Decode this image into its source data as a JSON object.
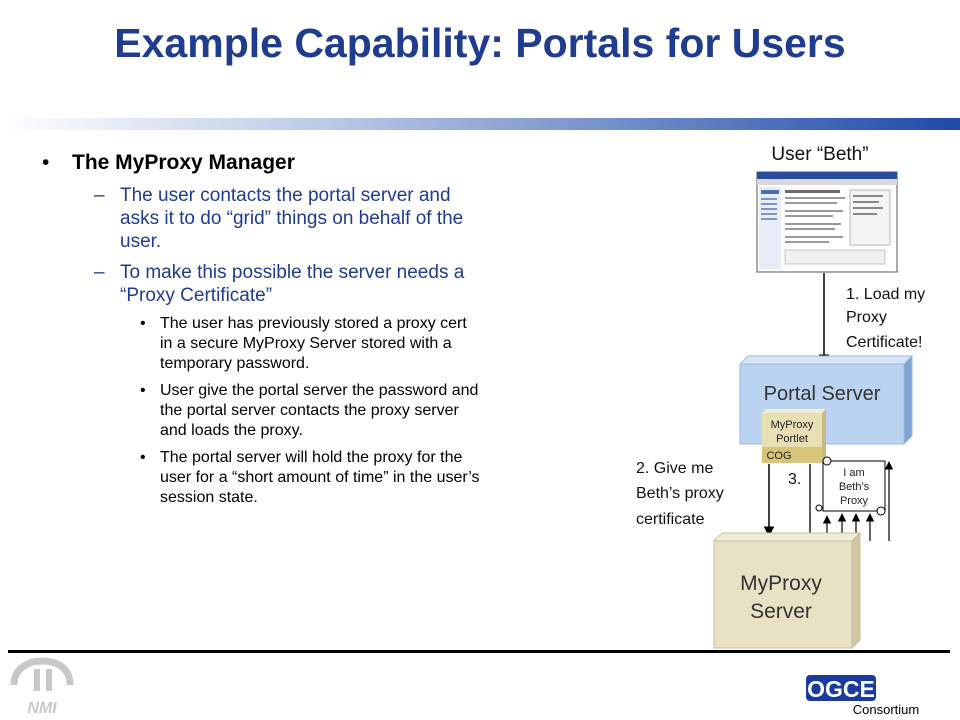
{
  "slide": {
    "title": "Example Capability: Portals for Users",
    "bullets": {
      "level1": "The MyProxy Manager",
      "level2": [
        "The user contacts the portal server and asks it to do “grid” things on behalf of the user.",
        "To make this possible the server needs a “Proxy Certificate”"
      ],
      "level3": [
        "The user has previously stored a proxy cert in a secure MyProxy Server stored with a temporary password.",
        "User give the portal server  the password and the portal server contacts the proxy server and loads the proxy.",
        "The portal server will hold the proxy for the user for a “short amount of time” in the user’s session state."
      ]
    }
  },
  "diagram": {
    "user_label": "User “Beth”",
    "step1": [
      "1. Load my",
      "Proxy",
      "Certificate!"
    ],
    "portal_server": "Portal Server",
    "portlet": [
      "MyProxy",
      "Portlet"
    ],
    "cog": "COG",
    "step2": [
      "2. Give me",
      "Beth’s proxy",
      "certificate"
    ],
    "step3": "3.",
    "scroll": [
      "I am",
      "Beth’s",
      "Proxy"
    ],
    "myproxy_server": [
      "MyProxy",
      "Server"
    ]
  },
  "footer": {
    "nmi_logo": "NMI",
    "ogce_logo": "OGCE",
    "consortium": "Consortium"
  },
  "colors": {
    "title": "#1f3c8f",
    "subbullet": "#1f3c8f",
    "portal_server": "#b9d3f0",
    "myproxy_server": "#e8e1c4",
    "portlet": "#e9dfb5",
    "cog": "#d7c57c",
    "ogce_blue": "#1a3a9c"
  }
}
